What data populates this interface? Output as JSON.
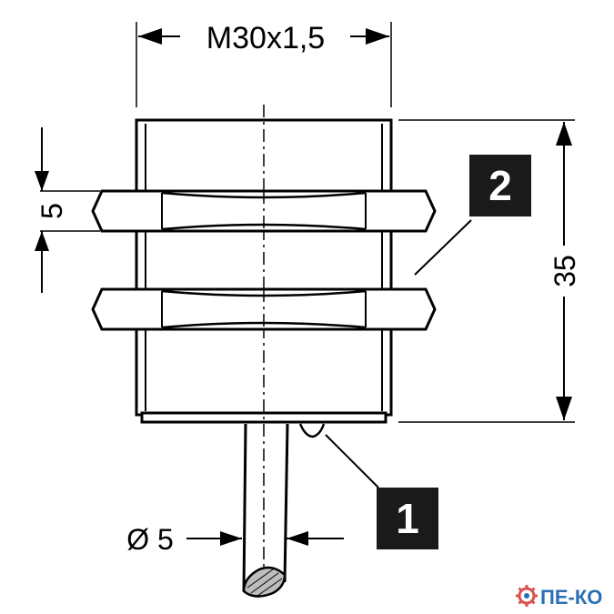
{
  "dimensions": {
    "thread": "M30x1,5",
    "nut_thickness": "5",
    "body_length": "35",
    "cable_diameter": "Ø 5"
  },
  "callouts": {
    "cable_callout": "1",
    "nut_callout": "2"
  },
  "watermark": {
    "text": "ПЕ-КО",
    "gear_color": "#d9534f",
    "text_color": "#2a6fb5"
  }
}
